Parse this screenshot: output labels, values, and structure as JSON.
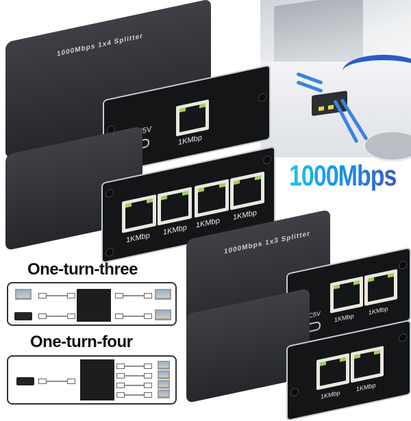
{
  "hero": {
    "speed_label": "1000Mbps"
  },
  "splitter_1x4": {
    "top_print": "1000Mbps 1x4 Splitter",
    "front_power_label": "DC5V",
    "front_port_label": "1KMbp",
    "back_port_labels": [
      "1KMbp",
      "1KMbp",
      "1KMbp",
      "1KMbp"
    ]
  },
  "splitter_1x3": {
    "top_print": "1000Mbps 1x3 Splitter",
    "front_power_label": "DC5V",
    "front_port_labels": [
      "1KMbp",
      "1KMbp"
    ],
    "back_port_labels": [
      "1KMbp",
      "1KMbp"
    ]
  },
  "diagrams": [
    {
      "title": "One-turn-three",
      "inputs": [
        "laptop",
        "router"
      ],
      "outputs": [
        "laptop",
        "laptop"
      ]
    },
    {
      "title": "One-turn-four",
      "inputs": [
        "router"
      ],
      "outputs": [
        "laptop",
        "laptop",
        "laptop",
        "laptop"
      ]
    }
  ],
  "colors": {
    "device_body": "#2b2d31",
    "speed_gradient_start": "#1ec3f2",
    "speed_gradient_end": "#3b58c8",
    "cable_blue": "#3a82e0",
    "port_led": "#9fcf5a"
  }
}
